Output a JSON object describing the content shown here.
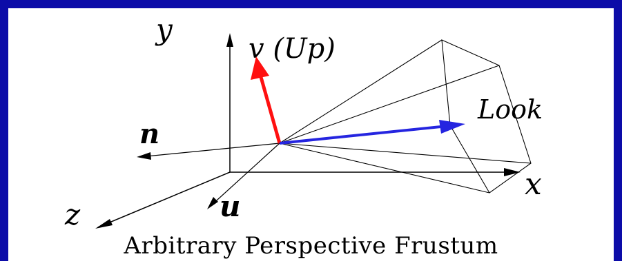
{
  "diagram": {
    "labels": {
      "y": "y",
      "v": "v (Up)",
      "look": "Look",
      "n": "n",
      "x": "x",
      "z": "z",
      "u": "u"
    },
    "colors": {
      "up_vector": "#ff1010",
      "look_vector": "#2525e0",
      "lines": "#000000",
      "frame": "#0c0ca8"
    }
  },
  "caption": "Arbitrary Perspective Frustum"
}
